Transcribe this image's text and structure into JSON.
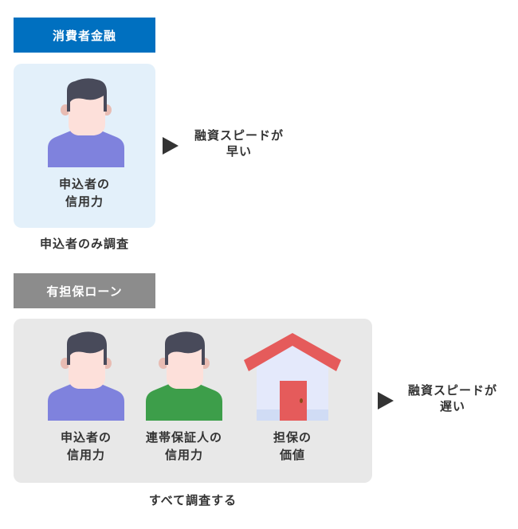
{
  "consumer_finance": {
    "label": "消費者金融",
    "label_color": "#0070c0",
    "panel_color": "#e3f0fa",
    "items": [
      {
        "icon": "person-icon",
        "shirt_color": "#7f82dd",
        "caption_line1": "申込者の",
        "caption_line2": "信用力"
      }
    ],
    "footer": "申込者のみ調査",
    "result_line1": "融資スピードが",
    "result_line2": "早い"
  },
  "secured_loan": {
    "label": "有担保ローン",
    "label_color": "#8c8c8c",
    "panel_color": "#e8e8e8",
    "items": [
      {
        "icon": "person-icon",
        "shirt_color": "#7f82dd",
        "caption_line1": "申込者の",
        "caption_line2": "信用力"
      },
      {
        "icon": "person-icon",
        "shirt_color": "#3d9e4a",
        "caption_line1": "連帯保証人の",
        "caption_line2": "信用力"
      },
      {
        "icon": "house-icon",
        "roof_color": "#e55b5b",
        "caption_line1": "担保の",
        "caption_line2": "価値"
      }
    ],
    "footer": "すべて調査する",
    "result_line1": "融資スピードが",
    "result_line2": "遅い"
  }
}
